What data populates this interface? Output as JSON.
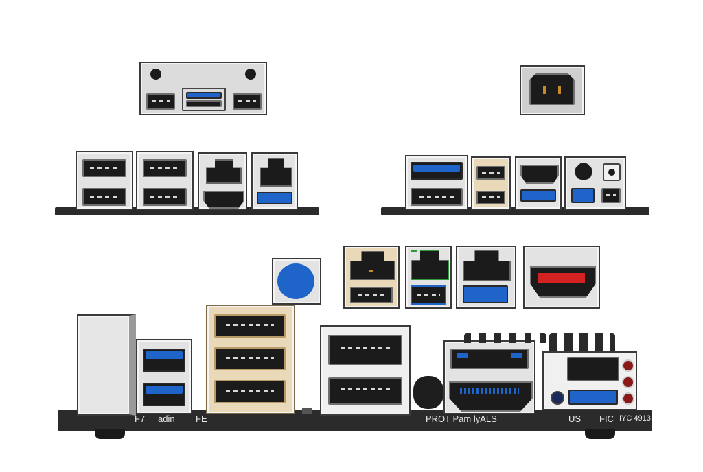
{
  "board_labels": {
    "label_1": "F7",
    "label_2": "adin",
    "label_3": "FE",
    "label_4": "PROT Pam lyALS",
    "label_5": "US",
    "label_6": "FIC",
    "label_7": "IYC 4913"
  },
  "colors": {
    "usb3_blue": "#1f64c8",
    "hdmi_red": "#d42222",
    "plate_beige": "#ead9b8",
    "plate_grey": "#e3e3e3",
    "board_black": "#2b2b2b"
  }
}
